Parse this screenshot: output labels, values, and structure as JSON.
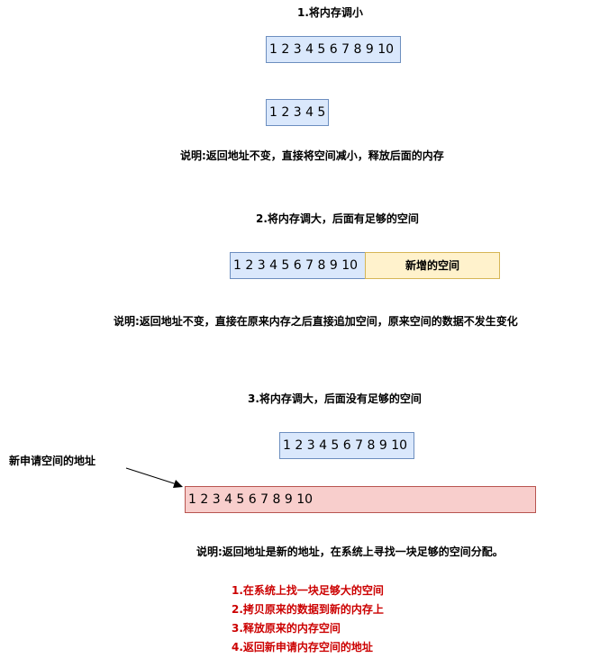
{
  "section1": {
    "title": "1.将内存调小",
    "box_full": "1 2 3 4 5 6 7 8 9 10",
    "box_small": "1 2 3 4 5",
    "note": "说明:返回地址不变，直接将空间减小，释放后面的内存"
  },
  "section2": {
    "title": "2.将内存调大，后面有足够的空间",
    "box_data": "1 2 3 4 5 6 7 8 9 10",
    "box_new": "新增的空间",
    "note": "说明:返回地址不变，直接在原来内存之后直接追加空间，原来空间的数据不发生变化"
  },
  "section3": {
    "title": "3.将内存调大，后面没有足够的空间",
    "box_old": "1 2 3 4 5 6 7 8 9 10",
    "new_address_label": "新申请空间的地址",
    "box_new": "1 2 3 4 5 6 7 8 9 10",
    "note": "说明:返回地址是新的地址，在系统上寻找一块足够的空间分配。",
    "steps": [
      "1.在系统上找一块足够大的空间",
      "2.拷贝原来的数据到新的内存上",
      "3.释放原来的内存空间",
      "4.返回新申请内存空间的地址"
    ]
  },
  "colors": {
    "blue_fill": "#dae8fc",
    "blue_stroke": "#6c8ebf",
    "yellow_fill": "#fff2cc",
    "yellow_stroke": "#d6b656",
    "red_fill": "#f8cecc",
    "red_stroke": "#b85450",
    "step_text": "#cc0000"
  }
}
